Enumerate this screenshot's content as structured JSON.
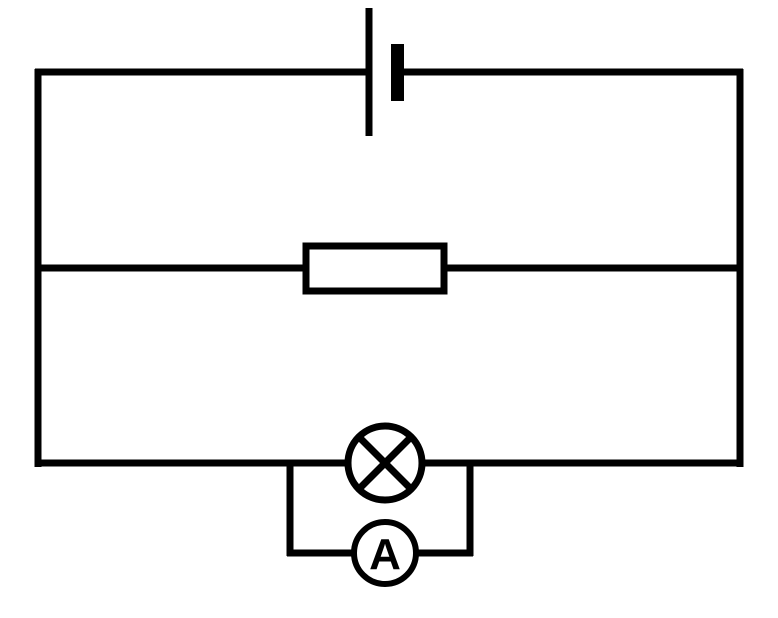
{
  "diagram": {
    "type": "circuit-schematic",
    "background_color": "#ffffff",
    "line_color": "#000000",
    "components": [
      {
        "name": "battery",
        "symbol": "long-thin-plate-and-short-thick-plate",
        "location": "top-branch-center"
      },
      {
        "name": "resistor",
        "symbol": "open-rectangle",
        "location": "middle-branch-center"
      },
      {
        "name": "lamp",
        "symbol": "circle-with-cross",
        "location": "bottom-branch-center"
      },
      {
        "name": "ammeter",
        "symbol": "circle-with-letter",
        "location": "parallel-loop-below-lamp"
      }
    ]
  },
  "ammeter": {
    "label": "A"
  }
}
